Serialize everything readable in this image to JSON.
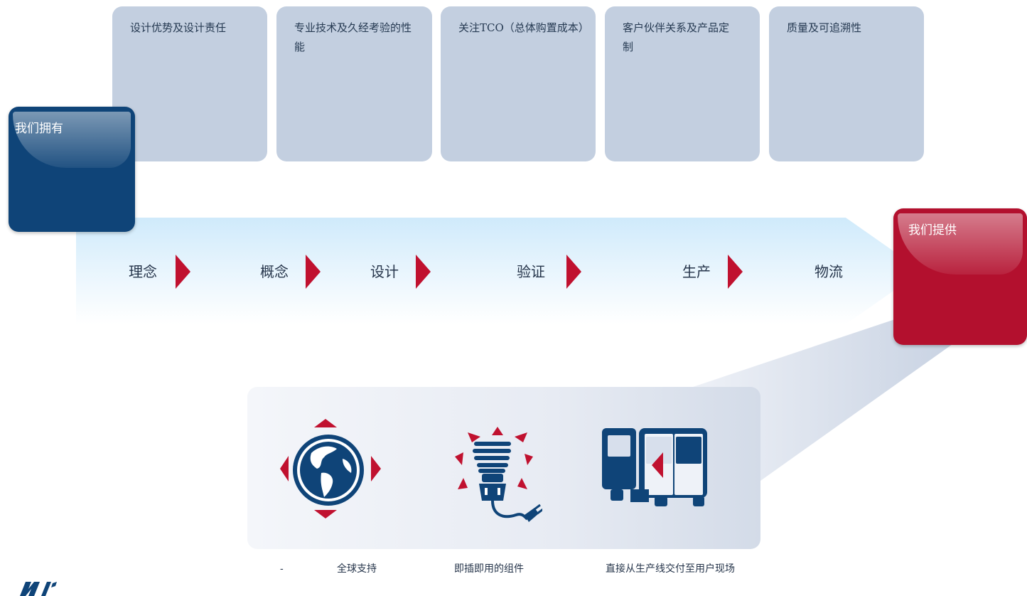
{
  "values": [
    {
      "label": "设计优势及设计责任"
    },
    {
      "label": "专业技术及久经考验的性能"
    },
    {
      "label": "关注TCO（总体购置成本）"
    },
    {
      "label": "客户伙伴关系及产品定制"
    },
    {
      "label": "质量及可追溯性"
    }
  ],
  "we_have": {
    "label": "我们拥有"
  },
  "we_offer": {
    "label": "我们提供"
  },
  "process_steps": [
    "理念",
    "概念",
    "设计",
    "验证",
    "生产",
    "物流"
  ],
  "services": [
    {
      "label": "-",
      "icon": "none"
    },
    {
      "label": "全球支持",
      "icon": "globe-icon"
    },
    {
      "label": "即插即用的组件",
      "icon": "plug-bulb-icon"
    },
    {
      "label": "直接从生产线交付至用户现场",
      "icon": "delivery-truck-icon"
    }
  ],
  "colors": {
    "brand_blue": "#0f4478",
    "brand_red": "#b3102e",
    "card_gray": "#c3cfe0",
    "arrow_red": "#c0112f"
  }
}
